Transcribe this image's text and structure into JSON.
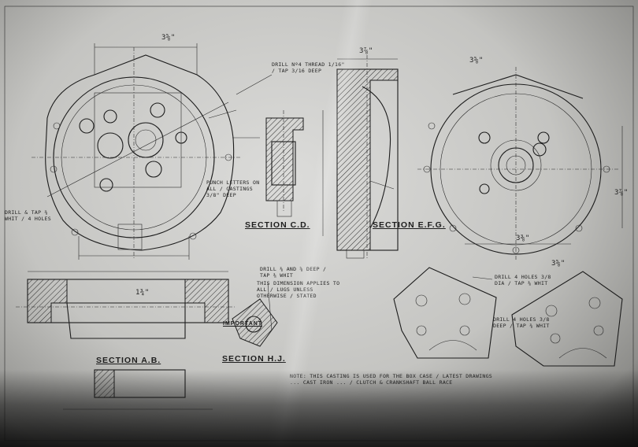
{
  "sections": {
    "ab": "SECTION A.B.",
    "hj": "SECTION H.J.",
    "cd": "SECTION C.D.",
    "efg": "SECTION E.F.G."
  },
  "callouts": {
    "important": "IMPORTANT",
    "dimension_left": "3⅝\"",
    "dimension_top": "3⅝\"",
    "dimension_right": "3⅝\"",
    "dimension_bottom_right": "3⅜\"",
    "dimension_side": "3⅞\"",
    "dimension_tall": "3⅞\"",
    "dimension_half": "1¾\""
  },
  "notes": {
    "drill_tap_top": "DRILL Nº4 THREAD 1/16\" / TAP 3/16 DEEP",
    "punch_letters": "PUNCH LETTERS ON ALL / CASTINGS 3/8\" DEEP",
    "drill_bottom_mid": "DRILL ⅜ AND ⅝ DEEP / TAP ⅜ WHIT",
    "dim_applies": "THIS DIMENSION APPLIES TO ALL / LUGS UNLESS OTHERWISE / STATED",
    "drill_holes_right": "DRILL 4 HOLES 3/8 DIA / TAP ⅜ WHIT",
    "drill_holes_right2": "DRILL 4 HOLES 3/8 DEEP / TAP ⅜ WHIT",
    "bottom_note": "NOTE: THIS CASTING IS USED FOR THE BOX CASE / LATEST DRAWINGS ... CAST IRON ... / CLUTCH & CRANKSHAFT BALL RACE",
    "drill_bottom_left": "DRILL & TAP ⅜ WHIT / 4 HOLES"
  },
  "icons": {
    "circle_marker": "circle-marker-icon"
  }
}
